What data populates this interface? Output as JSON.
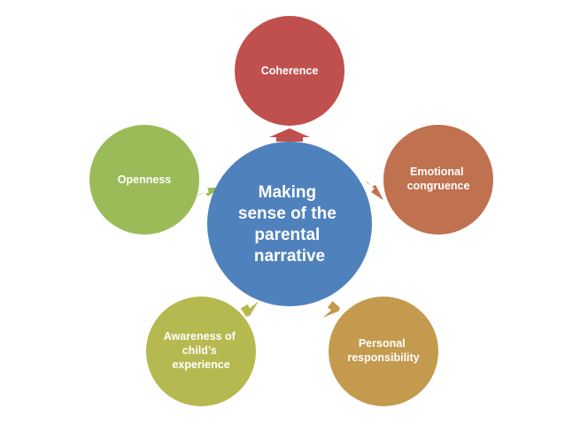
{
  "center": {
    "lines": [
      "Making",
      "sense of the",
      "parental",
      "narrative"
    ],
    "color": "#4F81BD"
  },
  "nodes": [
    {
      "id": "coherence",
      "lines": [
        "Coherence"
      ],
      "color": "#C0504D"
    },
    {
      "id": "emotional-congruence",
      "lines": [
        "Emotional",
        "congruence"
      ],
      "color": "#C0714F"
    },
    {
      "id": "personal-responsibility",
      "lines": [
        "Personal",
        "responsibility"
      ],
      "color": "#C49A4E"
    },
    {
      "id": "awareness-of-childs-experience",
      "lines": [
        "Awareness of",
        "child’s",
        "experience"
      ],
      "color": "#B5B94F"
    },
    {
      "id": "openness",
      "lines": [
        "Openness"
      ],
      "color": "#9BBB59"
    }
  ]
}
